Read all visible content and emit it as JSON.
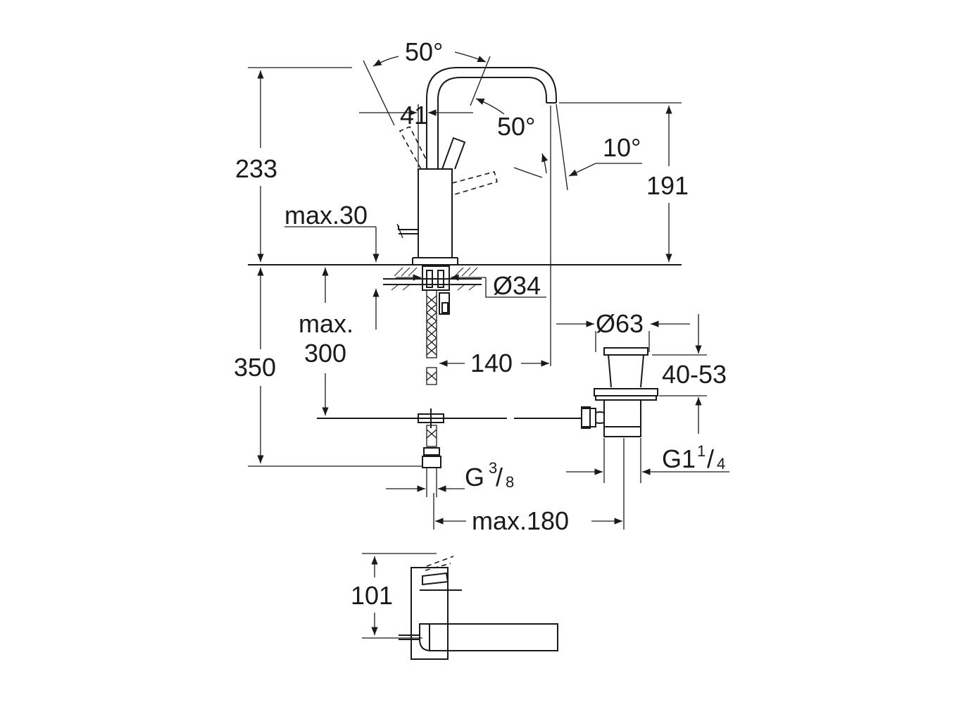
{
  "labels": {
    "angle_top": "50°",
    "angle_side": "50°",
    "angle_small": "10°",
    "width_41": "41",
    "height_233": "233",
    "height_191": "191",
    "max30": "max.30",
    "dia34": "Ø34",
    "max300_line1": "max.",
    "max300_line2": "300",
    "depth_350": "350",
    "dist_140": "140",
    "dia63": "Ø63",
    "range_40_53": "40-53",
    "thread_g1": "G1",
    "thread_g1_num": "1",
    "thread_g1_den": "4",
    "thread_g38": "G",
    "thread_g38_num": "3",
    "thread_g38_den": "8",
    "max180": "max.180",
    "height_101": "101"
  }
}
